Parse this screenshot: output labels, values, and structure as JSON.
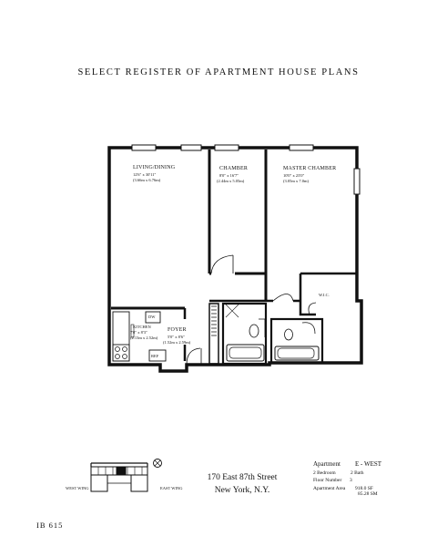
{
  "header": {
    "title": "SELECT REGISTER OF APARTMENT HOUSE PLANS"
  },
  "rooms": {
    "living": {
      "name": "LIVING/DINING",
      "dim_ft": "12'6\" x 30'11\"",
      "dim_m": "(3.66m x 6.76m)"
    },
    "chamber": {
      "name": "CHAMBER",
      "dim_ft": "8'0\" x 16'7\"",
      "dim_m": "(2.44m x 5.05m)"
    },
    "master": {
      "name": "MASTER CHAMBER",
      "dim_ft": "10'0\" x 23'0\"",
      "dim_m": "(3.05m x 7.0m)"
    },
    "foyer": {
      "name": "FOYER",
      "dim_ft": "5'0\" x 8'6\"",
      "dim_m": "(1.52m x 2.59m)"
    },
    "kitchen": {
      "name": "KITCHEN",
      "dim_ft": "7'0\" x 8'3\"",
      "dim_m": "(2.13m x 2.52m)"
    },
    "dw": "DW",
    "ref": "REF",
    "wic": "W.I.C."
  },
  "key_plan": {
    "west_wing": "WEST WING",
    "east_wing": "EAST WING"
  },
  "address": {
    "street": "170 East 87th Street",
    "city": "New York, N.Y."
  },
  "apartment_info": {
    "apartment_label": "Apartment",
    "apartment_value": "E - WEST",
    "bedrooms": "2 Bedroom",
    "baths": "2 Bath",
    "floor_label": "Floor Number",
    "floor_value": "3",
    "area_label": "Apartment Area",
    "area_sqft": "918.0 SF",
    "area_sqm": "85.28 SM"
  },
  "page_number": "IB 615"
}
